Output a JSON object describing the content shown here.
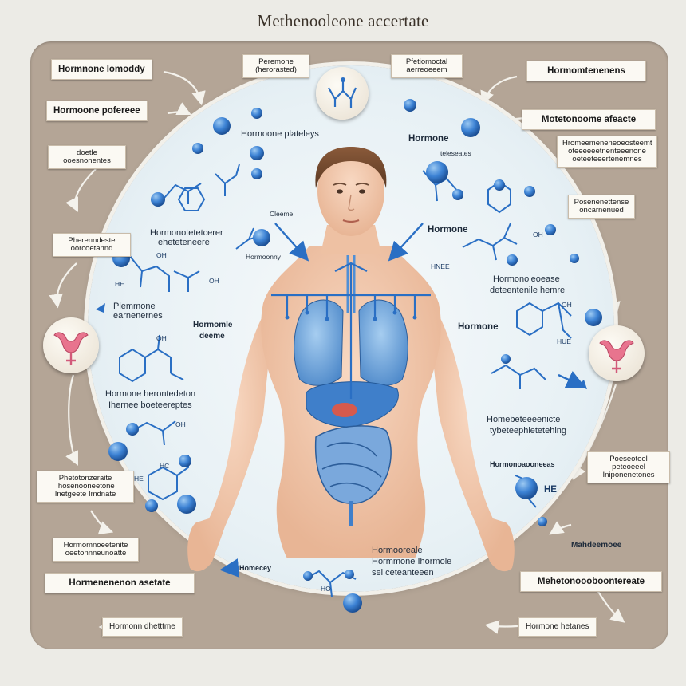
{
  "title": "Methenooleone accertate",
  "labels": {
    "l1": "Hormnone lomoddy",
    "l2": "Hormoone pofereee",
    "l3": "Hormomtenenens",
    "l4": "Motetonoome afeacte",
    "l5": "Hormenenenon asetate",
    "l6": "Mehetonoooboontereate",
    "l7": "Hormonn dhetttme",
    "l8": "Hormone hetanes",
    "top_left": "Peremone (herorasted)",
    "top_right": "Pfetiomoctal aerreoeeem",
    "small_l1": "doetle ooesnonentes",
    "small_l2": "Pherenndeste oorcoetannd",
    "small_l3": "Phetotonzeraite Ihosenooneetone Inetgeete Imdnate",
    "small_l4": "Hormomnoeetenite oeetonnneunoatte",
    "small_r1": "Hromeemeneneoeosteemt oteeeeeetnenteeenone oeteeteeertenemnes",
    "small_r2": "Posenenettense oncarnenued",
    "small_r3": "Poeseoteel peteoeeel Iniponenetones",
    "side_right": "Mahdeemoee"
  },
  "diagram_text": {
    "t1": "Hormoone plateleys",
    "t2": "Hormone",
    "t3": "teleseates",
    "t4": "Hormone",
    "t5": "Hormonotetetcerer",
    "t6": "eheteteneere",
    "t7": "Hormonoleoease",
    "t8": "deteentenile hemre",
    "t9": "Hormone",
    "t10": "Plemmone",
    "t11": "earnenernes",
    "t12": "Hormomle",
    "t13": "deeme",
    "t14": "Hormone herontedeton",
    "t15": "Ihernee boeteereptes",
    "t16": "Homebeteeeenicte",
    "t17": "tybeteephietetehing",
    "t18": "Hormonoaooneeas",
    "t19": "Hormooreale",
    "t20": "Hormmone Ihormole",
    "t21": "sel ceteanteeen",
    "t22": "Homecey",
    "t23": "Cleeme",
    "t24": "Hormoonny",
    "chem": {
      "c1": "OH",
      "c2": "OH",
      "c3": "OH",
      "c4": "OH",
      "c5": "OH",
      "c6": "OH",
      "c7": "HE",
      "c8": "HC",
      "c9": "HE",
      "c10": "HUE",
      "c11": "HE",
      "c12": "HO",
      "c13": "HNEE"
    }
  },
  "colors": {
    "accent_blue": "#2a6fc4",
    "molecule_blue": "#3c82d4",
    "frame": "#b4a596",
    "symbol_pink": "#d25a7a"
  }
}
